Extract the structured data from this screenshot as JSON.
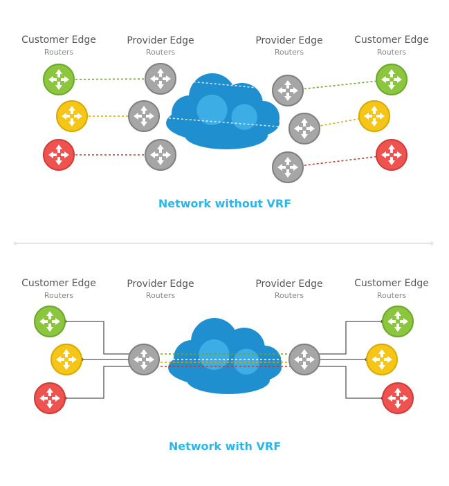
{
  "colors": {
    "green": "#8cc63f",
    "green_ring": "#6aa82a",
    "yellow": "#f5c518",
    "yellow_ring": "#d9a900",
    "red": "#ef5350",
    "red_ring": "#cf3b38",
    "gray": "#a6a6a6",
    "gray_ring": "#7f7f7f",
    "cloud_dark": "#1f8fd0",
    "cloud_light": "#43b3e9",
    "caption": "#29b6e8",
    "wire": "#555555"
  },
  "icons": {
    "router": "router-arrows-icon",
    "cloud": "cloud-icon"
  },
  "top": {
    "headers": [
      {
        "title": "Customer Edge",
        "subtitle": "Routers"
      },
      {
        "title": "Provider Edge",
        "subtitle": "Routers"
      },
      {
        "title": "Provider Edge",
        "subtitle": "Routers"
      },
      {
        "title": "Customer Edge",
        "subtitle": "Routers"
      }
    ],
    "caption": "Network without VRF"
  },
  "bottom": {
    "headers": [
      {
        "title": "Customer Edge",
        "subtitle": "Routers"
      },
      {
        "title": "Provider Edge",
        "subtitle": "Routers"
      },
      {
        "title": "Provider Edge",
        "subtitle": "Routers"
      },
      {
        "title": "Customer Edge",
        "subtitle": "Routers"
      }
    ],
    "caption": "Network with VRF"
  }
}
